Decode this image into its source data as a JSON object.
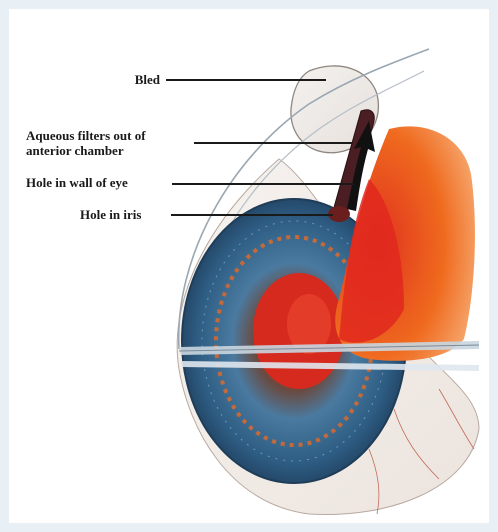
{
  "labels": {
    "bled": "Bled",
    "aqueous_line1": "Aqueous filters out of",
    "aqueous_line2": "anterior chamber",
    "hole_wall": "Hole in wall of eye",
    "hole_iris": "Hole in iris"
  },
  "colors": {
    "page_background": "#e8f0f6",
    "panel_background": "#ffffff",
    "iris_blue": "#3f6f93",
    "pupil_red": "#d62a1e",
    "sclera_orange": "#f07a1e",
    "text": "#1a1a1a"
  }
}
